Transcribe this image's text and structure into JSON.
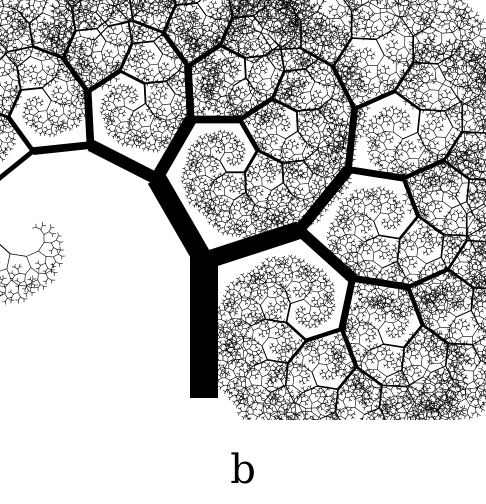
{
  "figure": {
    "label": "b",
    "stroke_color": "#000000",
    "background_color": "#ffffff",
    "shape": "asymmetric fractal tree with curling branches",
    "recursion_depth": 14,
    "left_branch_angle_deg": 33,
    "right_branch_angle_deg": -60,
    "left_length_ratio": 0.78,
    "right_length_ratio": 0.72,
    "width_ratio": 0.62
  }
}
